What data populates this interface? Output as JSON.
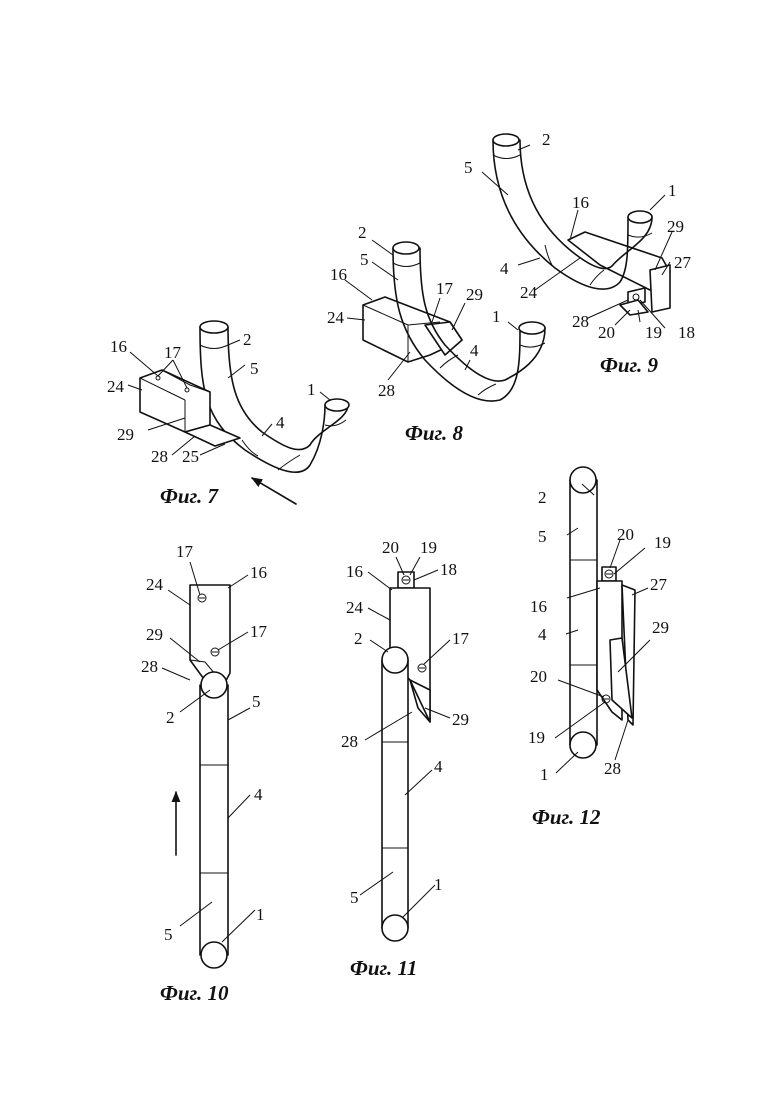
{
  "figures": [
    {
      "key": "fig7",
      "caption": "Фиг. 7",
      "labels": [
        "16",
        "17",
        "24",
        "29",
        "28",
        "25",
        "5",
        "4",
        "2",
        "1"
      ]
    },
    {
      "key": "fig8",
      "caption": "Фиг. 8",
      "labels": [
        "2",
        "5",
        "16",
        "24",
        "17",
        "29",
        "28",
        "4",
        "1"
      ]
    },
    {
      "key": "fig9",
      "caption": "Фиг. 9",
      "labels": [
        "2",
        "5",
        "16",
        "1",
        "29",
        "27",
        "4",
        "24",
        "28",
        "20",
        "19",
        "18"
      ]
    },
    {
      "key": "fig10",
      "caption": "Фиг. 10",
      "labels": [
        "17",
        "24",
        "16",
        "29",
        "17",
        "28",
        "2",
        "5",
        "4",
        "5",
        "1"
      ]
    },
    {
      "key": "fig11",
      "caption": "Фиг. 11",
      "labels": [
        "20",
        "19",
        "16",
        "18",
        "24",
        "2",
        "17",
        "28",
        "29",
        "4",
        "5",
        "1"
      ]
    },
    {
      "key": "fig12",
      "caption": "Фиг. 12",
      "labels": [
        "2",
        "5",
        "20",
        "19",
        "16",
        "27",
        "4",
        "29",
        "20",
        "19",
        "1",
        "28"
      ]
    }
  ],
  "arrows": [
    {
      "figure": "fig7",
      "direction": "up-left"
    },
    {
      "figure": "fig10",
      "direction": "up"
    }
  ],
  "colors": {
    "ink": "#111111",
    "paper": "#ffffff"
  }
}
